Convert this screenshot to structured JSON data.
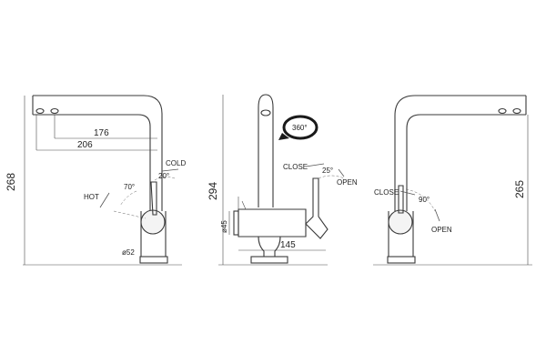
{
  "left_view": {
    "dim_176": "176",
    "dim_206": "206",
    "dim_268": "268",
    "cold_label": "COLD",
    "angle_20": "20°",
    "hot_label": "HOT",
    "angle_70": "70°",
    "base_diameter": "ø52"
  },
  "middle_view": {
    "dim_294": "294",
    "rotation_label": "360°",
    "close_label": "CLOSE",
    "angle_25": "25°",
    "open_label": "OPEN",
    "dim_45": "ø45",
    "dim_145": "145"
  },
  "right_view": {
    "dim_265": "265",
    "close_label": "CLOSE",
    "angle_90": "90°",
    "open_label": "OPEN"
  },
  "colors": {
    "line": "#3a3a3a",
    "rotation_arrow": "#1a1a1a"
  }
}
